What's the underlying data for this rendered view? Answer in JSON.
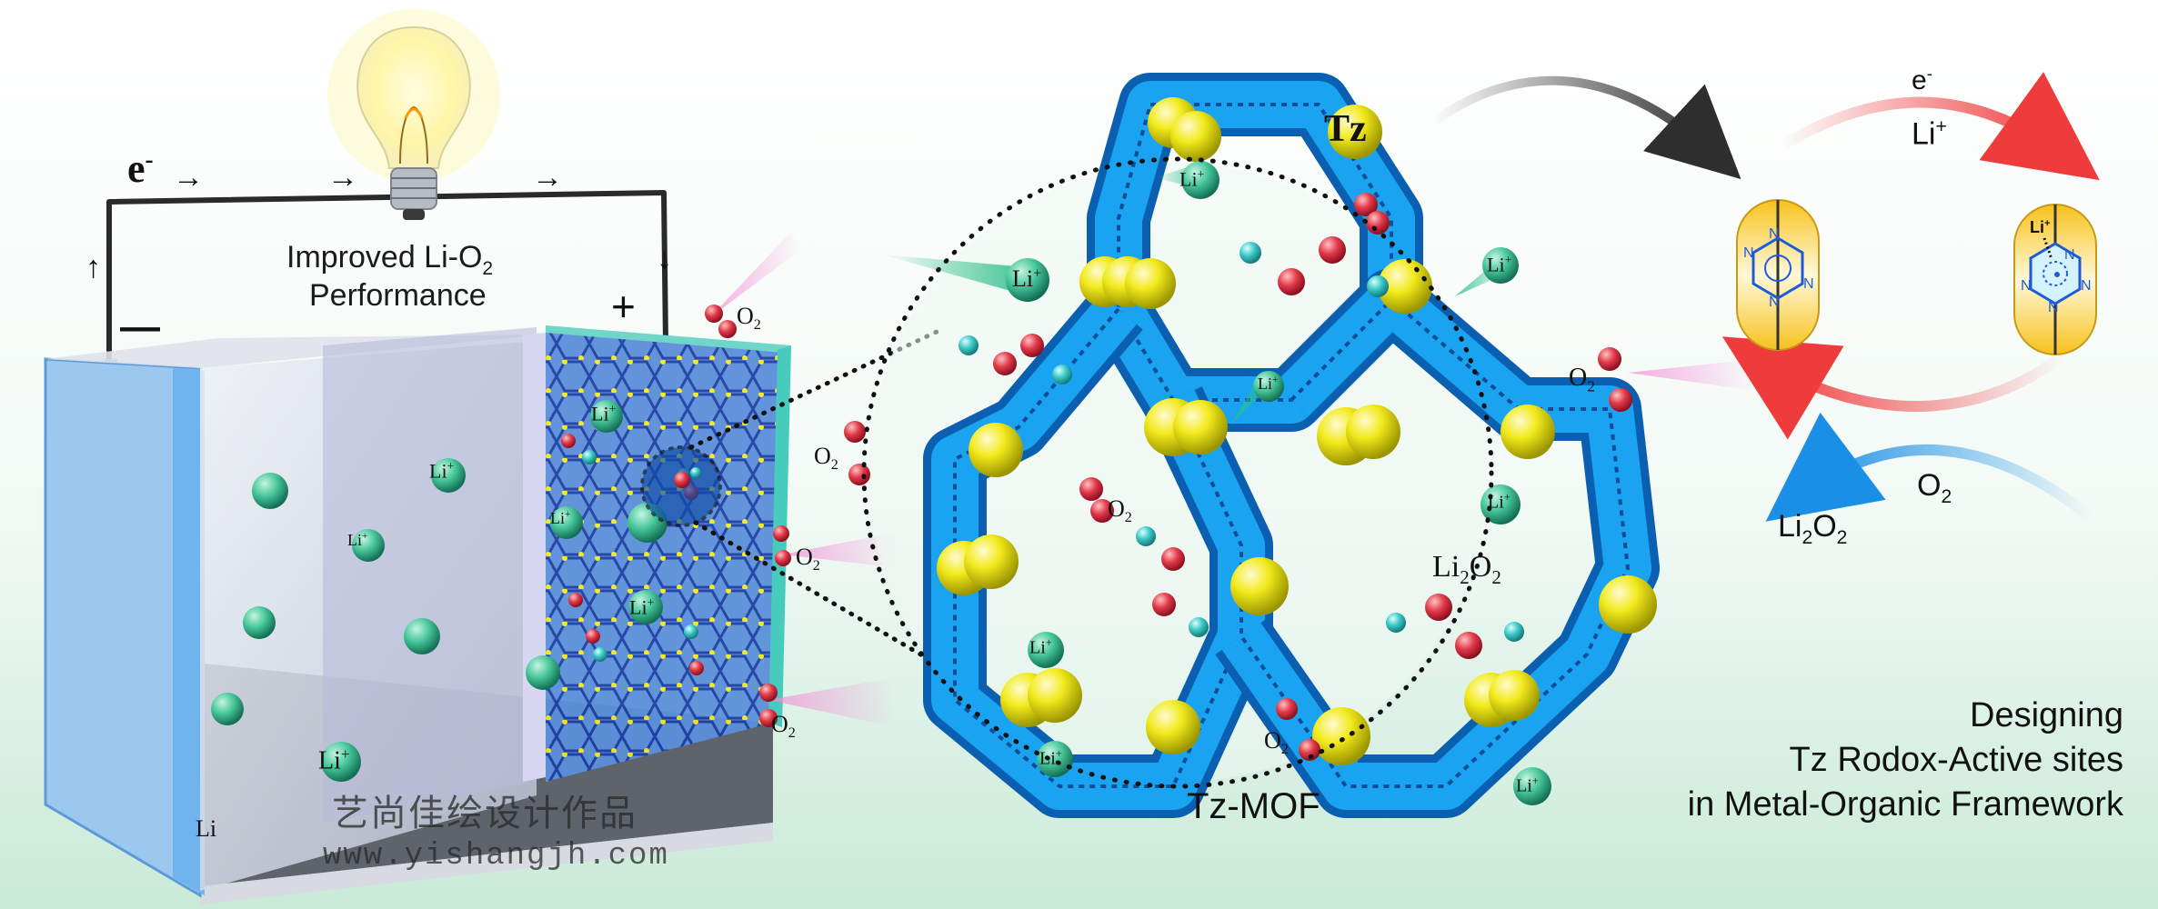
{
  "circuit": {
    "electron": "e",
    "electron_sup": "-",
    "arrow": "→",
    "up_arrow": "↑",
    "down_arrow": "↓",
    "caption_line1_a": "Improved Li-O",
    "caption_line1_sub": "2",
    "caption_line2": "Performance",
    "minus": "—",
    "plus": "+"
  },
  "battery": {
    "anode_label": "Li",
    "li_ion": "Li",
    "li_ion_sup": "+",
    "o2": "O",
    "o2_sub": "2"
  },
  "mof": {
    "tz_label": "Tz",
    "name": "Tz-MOF",
    "li2o2_a": "Li",
    "li2o2_sub1": "2",
    "li2o2_b": "O",
    "li2o2_sub2": "2"
  },
  "cycle": {
    "top_e": "e",
    "top_e_sup": "-",
    "top_li": "Li",
    "top_li_sup": "+",
    "bottom_o2": "O",
    "bottom_o2_sub": "2",
    "bottom_li2o2_a": "Li",
    "bottom_li2o2_sub1": "2",
    "bottom_li2o2_b": "O",
    "bottom_li2o2_sub2": "2",
    "ring_n": "N",
    "bound_li": "Li",
    "bound_li_sup": "+"
  },
  "headline": {
    "line1": "Designing",
    "line2": "Tz Rodox-Active sites",
    "line3": "in Metal-Organic Framework"
  },
  "watermark": {
    "line1": "艺尚佳绘设计作品",
    "line2": "www.yishangjh.com"
  },
  "colors": {
    "frame_blue": "#1aa3f0",
    "sphere_yellow": "#f2ea1c",
    "oxygen_red": "#e23a4a",
    "li_green": "#47c79a",
    "arrow_red": "#ef3b3b",
    "arrow_blue": "#1a8fe6"
  }
}
